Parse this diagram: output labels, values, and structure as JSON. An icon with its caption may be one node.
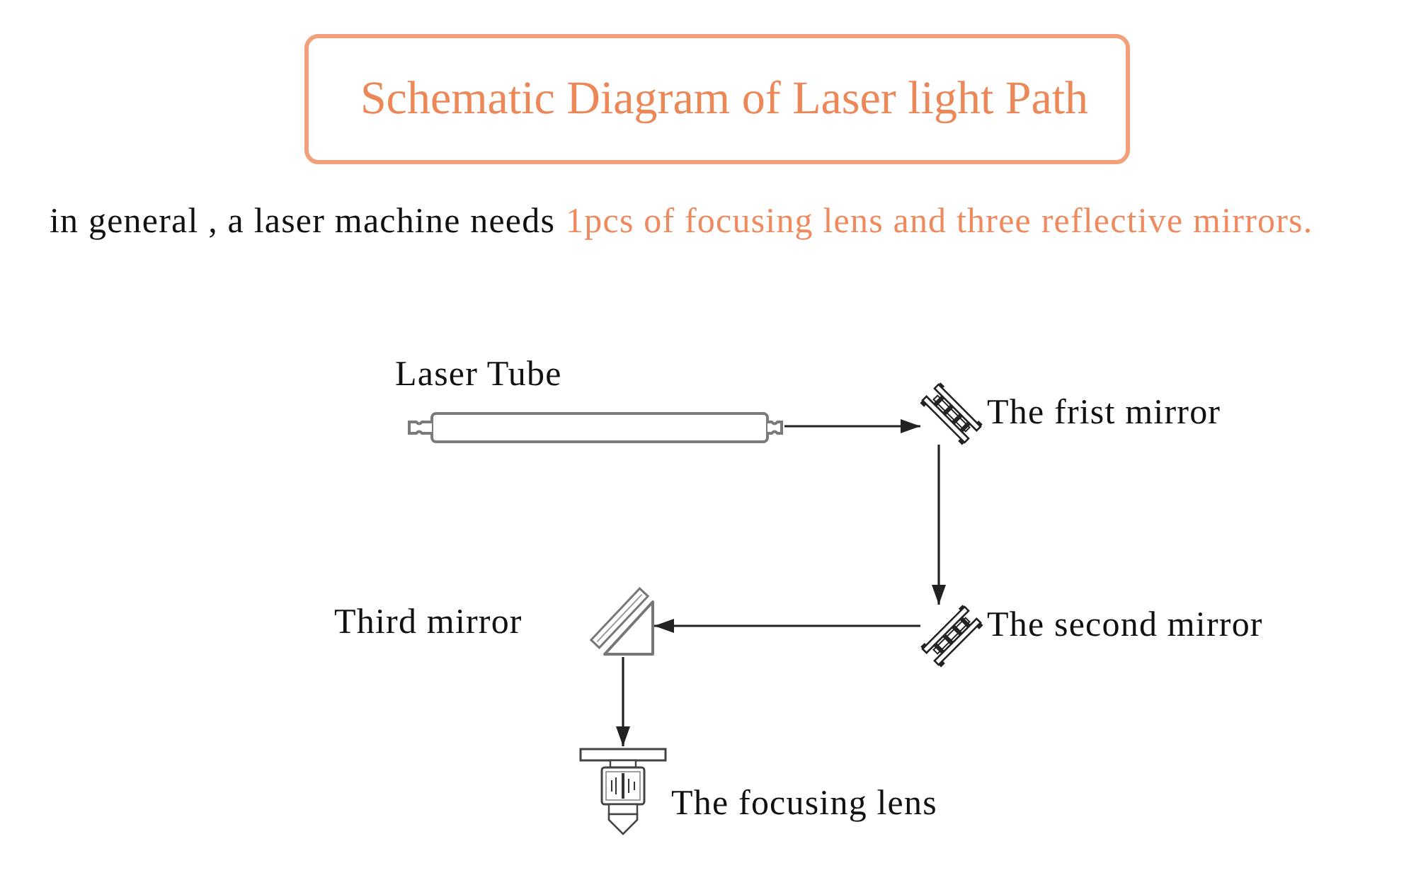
{
  "diagram": {
    "title": "Schematic Diagram of Laser light Path",
    "nodes": [
      {
        "text": [],
        "shape": "cylinder",
        "beside": [
          "Laser Tube"
        ]
      },
      {
        "text": [],
        "shape": "picture",
        "beside": [
          "The frist mirror"
        ]
      },
      {
        "text": [],
        "shape": "picture",
        "beside": [
          "The second mirror"
        ]
      },
      {
        "text": [],
        "shape": "picture",
        "beside": [
          "Third mirror"
        ]
      },
      {
        "text": [],
        "shape": "picture",
        "beside": [
          "The focusing lens"
        ]
      }
    ],
    "edges": [
      {
        "from": 0,
        "to": 1,
        "arrow": "to"
      },
      {
        "from": 1,
        "to": 2,
        "arrow": "to"
      },
      {
        "from": 2,
        "to": 3,
        "arrow": "to"
      },
      {
        "from": 3,
        "to": 4,
        "arrow": "to"
      }
    ],
    "labels": [
      "in general , a laser machine needs",
      "1pcs of focusing lens and three reflective mirrors."
    ]
  }
}
